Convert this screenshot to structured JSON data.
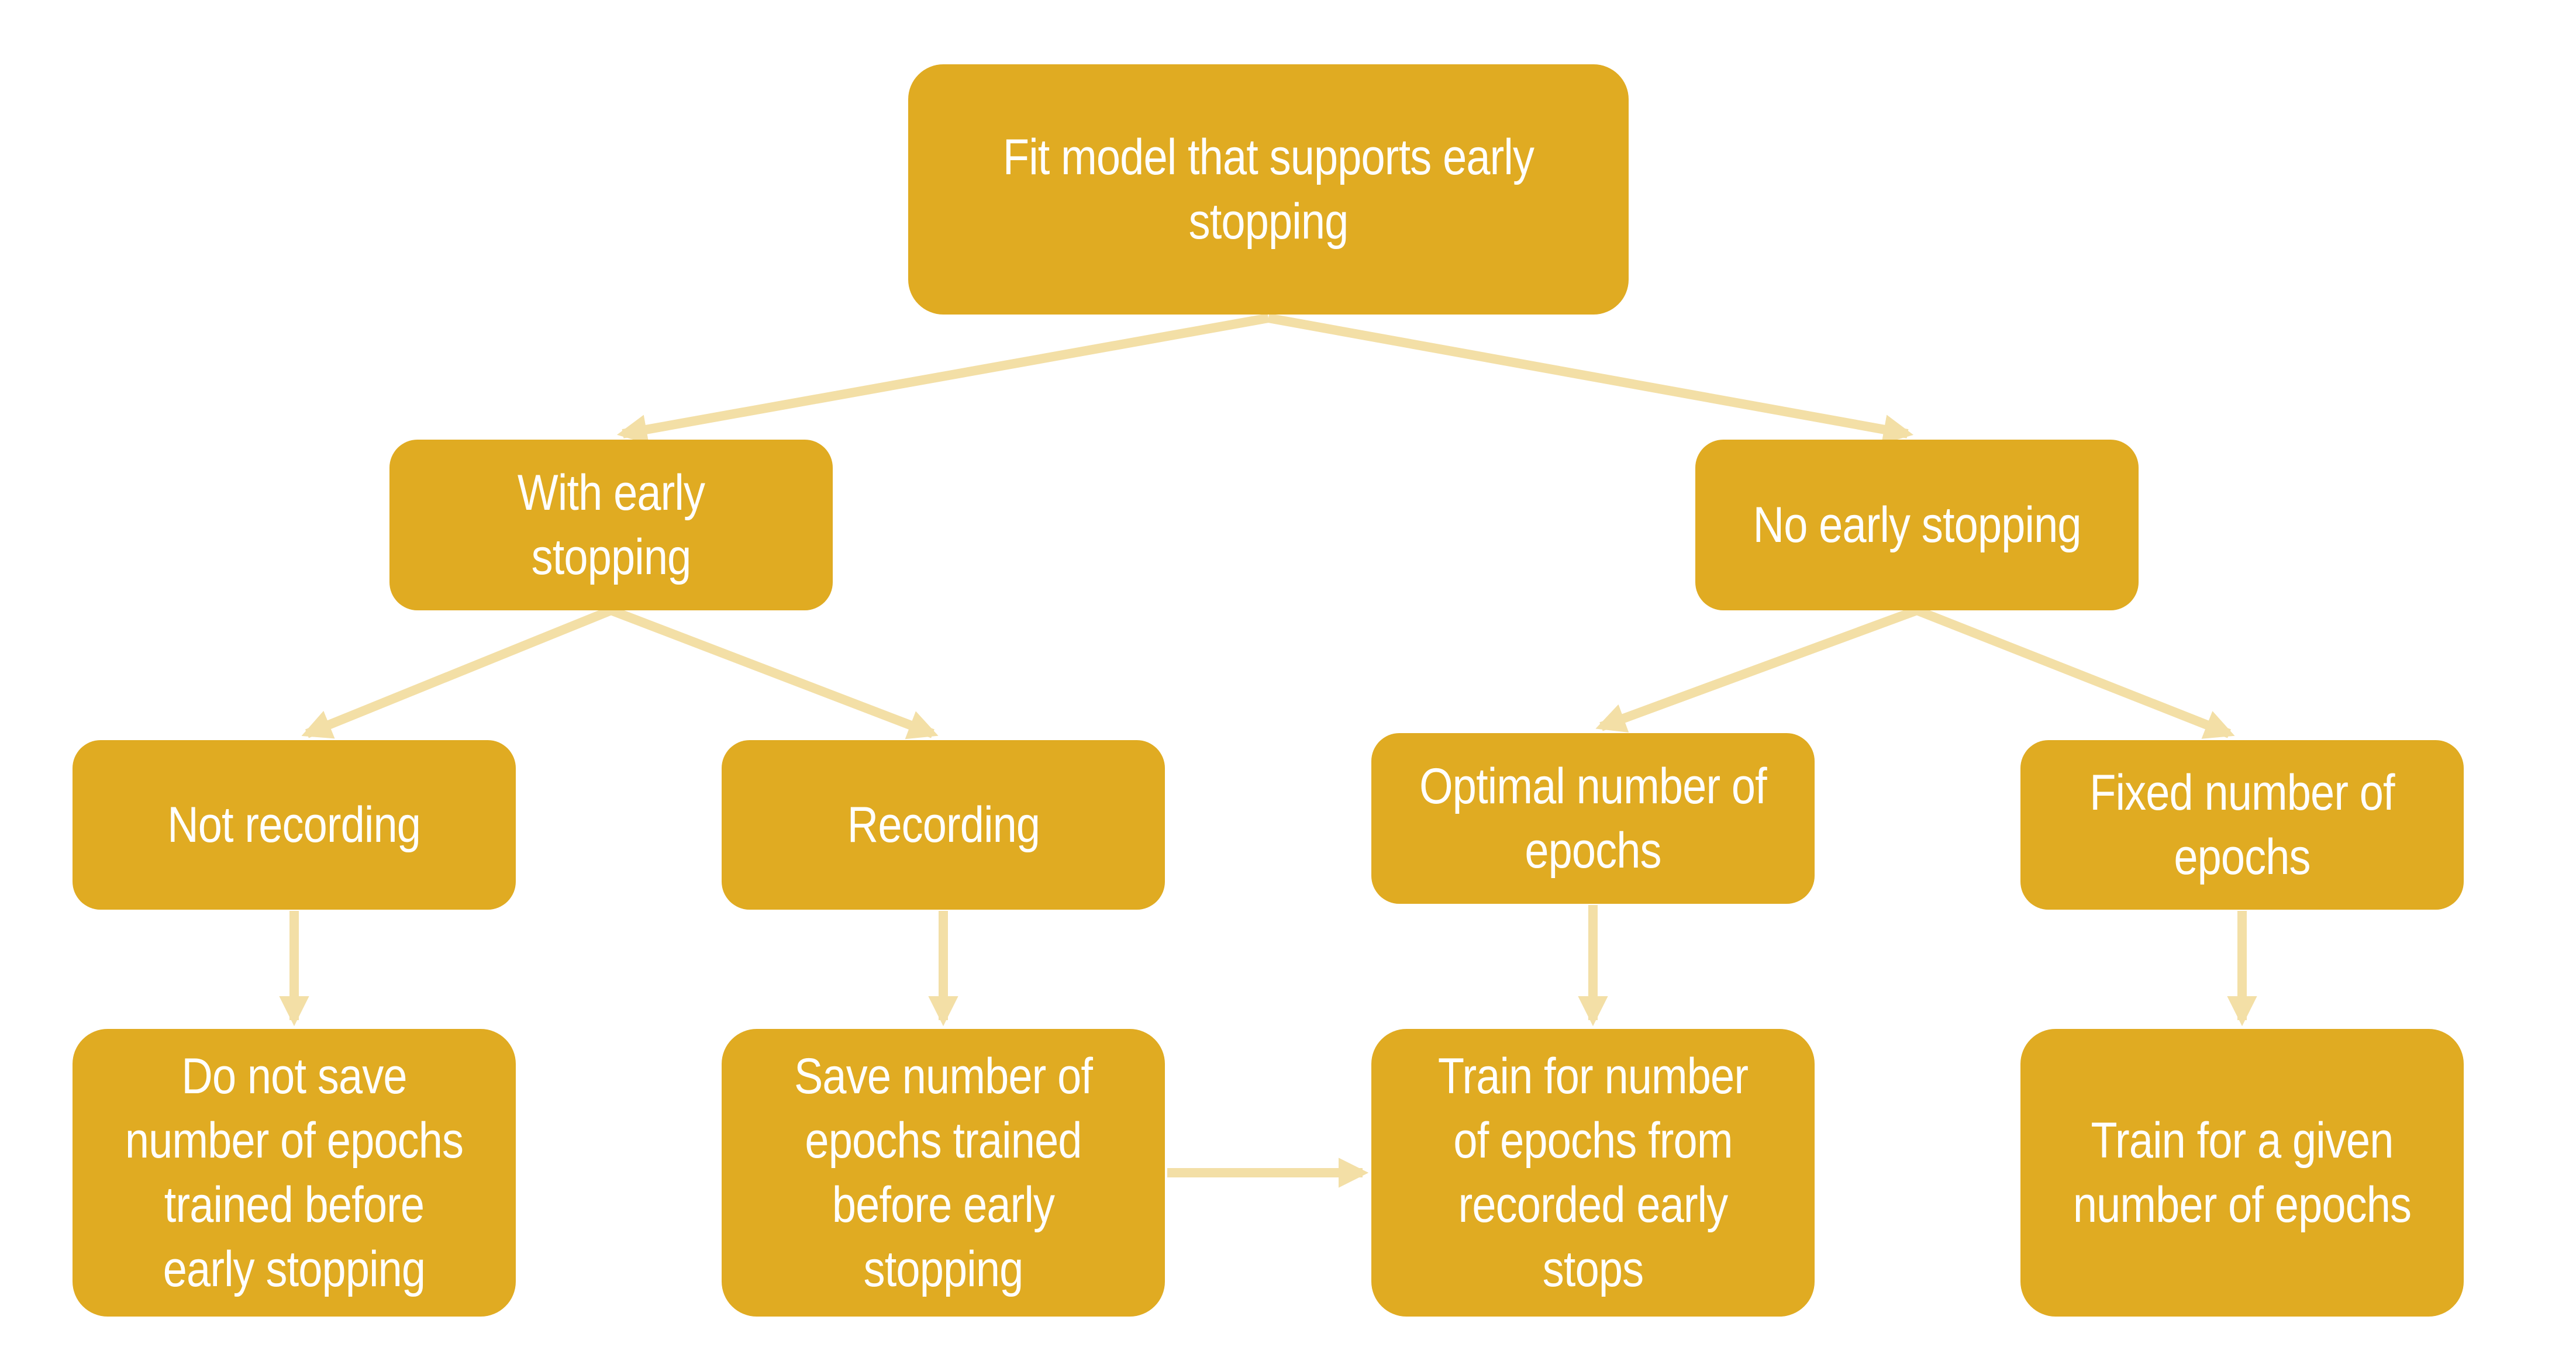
{
  "colors": {
    "node_fill": "#E0AB22",
    "node_text": "#FFFFFF",
    "arrow": "#F3DFA6",
    "background": "#FFFFFF"
  },
  "nodes": {
    "root": "Fit model that supports early stopping",
    "with_early_stopping": "With early stopping",
    "no_early_stopping": "No early stopping",
    "not_recording": "Not recording",
    "recording": "Recording",
    "optimal_epochs": "Optimal number of epochs",
    "fixed_epochs": "Fixed number of epochs",
    "do_not_save": "Do not save number of epochs trained before early stopping",
    "save_epochs": "Save number of epochs trained before early stopping",
    "train_recorded": "Train for number of epochs from recorded early stops",
    "train_given": "Train for a given number of epochs"
  },
  "edges": [
    {
      "from": "root",
      "to": "with_early_stopping"
    },
    {
      "from": "root",
      "to": "no_early_stopping"
    },
    {
      "from": "with_early_stopping",
      "to": "not_recording"
    },
    {
      "from": "with_early_stopping",
      "to": "recording"
    },
    {
      "from": "no_early_stopping",
      "to": "optimal_epochs"
    },
    {
      "from": "no_early_stopping",
      "to": "fixed_epochs"
    },
    {
      "from": "not_recording",
      "to": "do_not_save"
    },
    {
      "from": "recording",
      "to": "save_epochs"
    },
    {
      "from": "optimal_epochs",
      "to": "train_recorded"
    },
    {
      "from": "fixed_epochs",
      "to": "train_given"
    },
    {
      "from": "save_epochs",
      "to": "train_recorded"
    }
  ]
}
